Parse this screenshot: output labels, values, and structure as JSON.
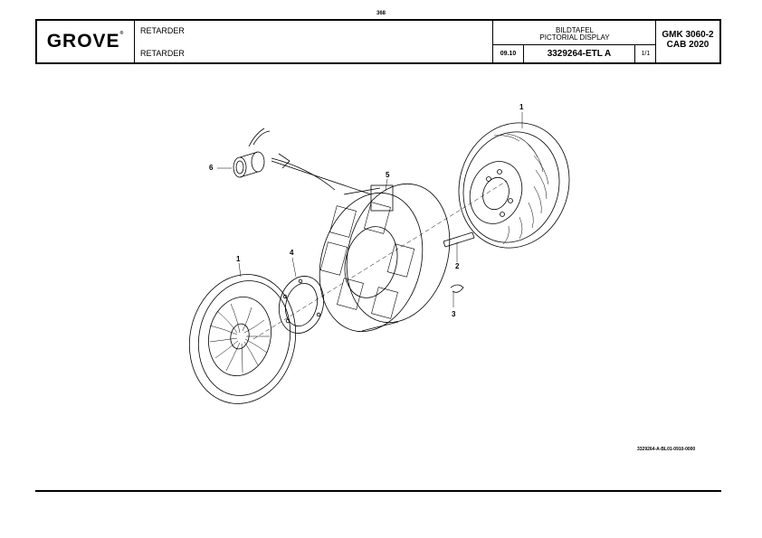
{
  "page_number": "368",
  "title_block": {
    "logo": "GROVE",
    "logo_mark": "®",
    "description_1": "RETARDER",
    "description_2": "RETARDER",
    "display_line_1": "BILDTAFEL",
    "display_line_2": "PICTORIAL DISPLAY",
    "date": "09.10",
    "part_number": "3329264-ETL A",
    "sheet": "1/1",
    "model_line_1": "GMK 3060-2",
    "model_line_2": "CAB 2020"
  },
  "callouts": [
    "1",
    "2",
    "3",
    "4",
    "5",
    "6",
    "1"
  ],
  "drawing_reference": "3329264-A-BL01-0910-0000"
}
